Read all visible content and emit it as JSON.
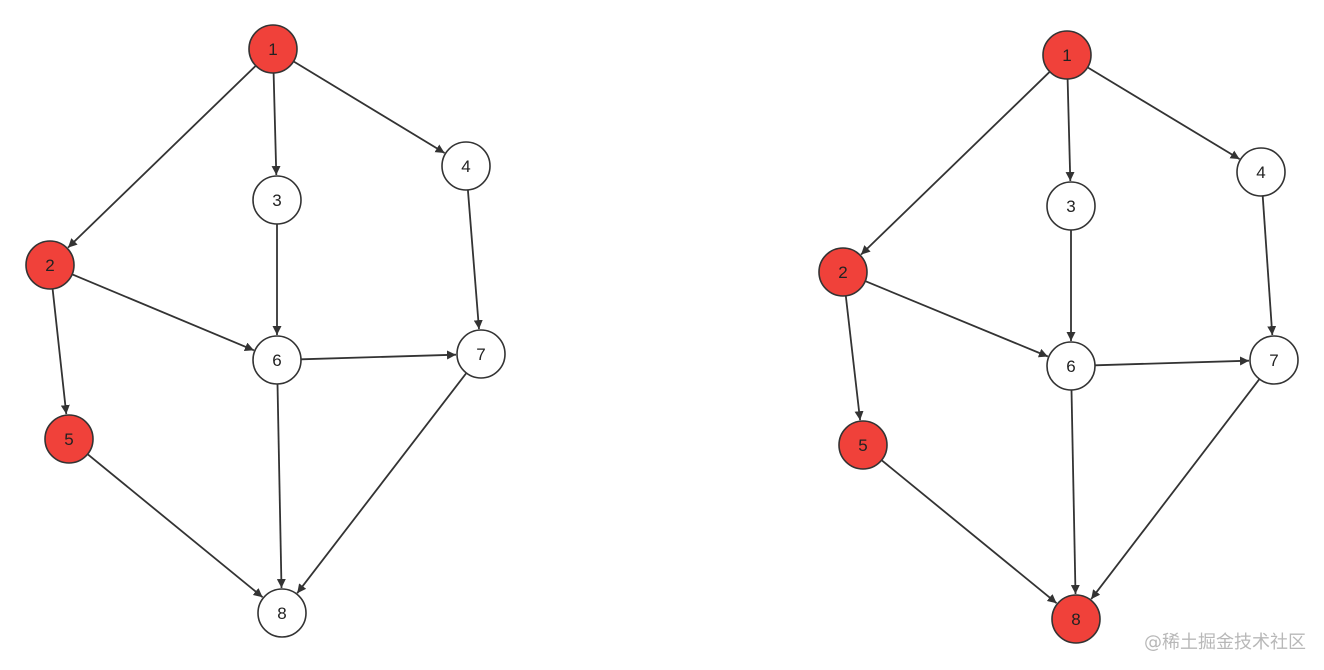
{
  "colors": {
    "visited": "#f0413a",
    "unvisited": "#ffffff",
    "stroke": "#333333"
  },
  "graphs": [
    {
      "id": "left",
      "nodes": [
        {
          "id": "1",
          "label": "1",
          "state": "visited"
        },
        {
          "id": "2",
          "label": "2",
          "state": "visited"
        },
        {
          "id": "3",
          "label": "3",
          "state": "unvisited"
        },
        {
          "id": "4",
          "label": "4",
          "state": "unvisited"
        },
        {
          "id": "5",
          "label": "5",
          "state": "visited"
        },
        {
          "id": "6",
          "label": "6",
          "state": "unvisited"
        },
        {
          "id": "7",
          "label": "7",
          "state": "unvisited"
        },
        {
          "id": "8",
          "label": "8",
          "state": "unvisited"
        }
      ],
      "edges": [
        {
          "from": "1",
          "to": "2"
        },
        {
          "from": "1",
          "to": "3"
        },
        {
          "from": "1",
          "to": "4"
        },
        {
          "from": "2",
          "to": "5"
        },
        {
          "from": "2",
          "to": "6"
        },
        {
          "from": "3",
          "to": "6"
        },
        {
          "from": "4",
          "to": "7"
        },
        {
          "from": "6",
          "to": "7"
        },
        {
          "from": "6",
          "to": "8"
        },
        {
          "from": "5",
          "to": "8"
        },
        {
          "from": "7",
          "to": "8"
        }
      ]
    },
    {
      "id": "right",
      "nodes": [
        {
          "id": "1",
          "label": "1",
          "state": "visited"
        },
        {
          "id": "2",
          "label": "2",
          "state": "visited"
        },
        {
          "id": "3",
          "label": "3",
          "state": "unvisited"
        },
        {
          "id": "4",
          "label": "4",
          "state": "unvisited"
        },
        {
          "id": "5",
          "label": "5",
          "state": "visited"
        },
        {
          "id": "6",
          "label": "6",
          "state": "unvisited"
        },
        {
          "id": "7",
          "label": "7",
          "state": "unvisited"
        },
        {
          "id": "8",
          "label": "8",
          "state": "visited"
        }
      ],
      "edges": [
        {
          "from": "1",
          "to": "2"
        },
        {
          "from": "1",
          "to": "3"
        },
        {
          "from": "1",
          "to": "4"
        },
        {
          "from": "2",
          "to": "5"
        },
        {
          "from": "2",
          "to": "6"
        },
        {
          "from": "3",
          "to": "6"
        },
        {
          "from": "4",
          "to": "7"
        },
        {
          "from": "6",
          "to": "7"
        },
        {
          "from": "6",
          "to": "8"
        },
        {
          "from": "5",
          "to": "8"
        },
        {
          "from": "7",
          "to": "8"
        }
      ]
    }
  ],
  "watermark": "@稀土掘金技术社区"
}
